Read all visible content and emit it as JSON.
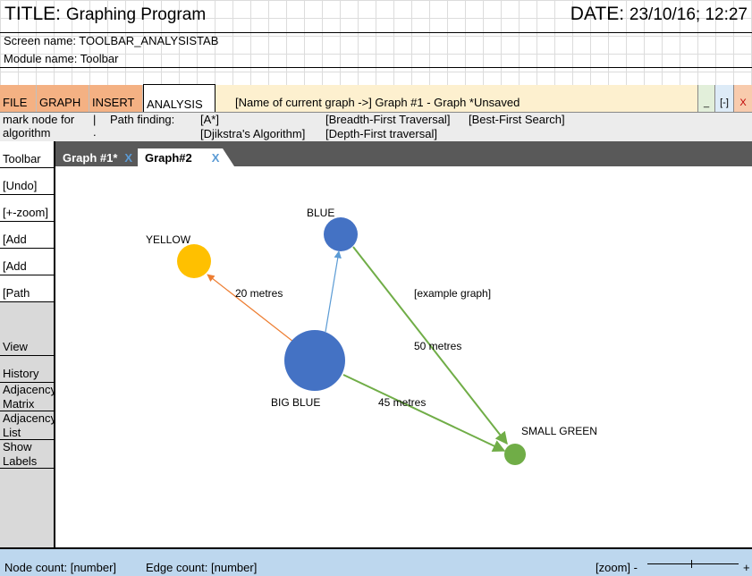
{
  "header": {
    "title_label": "TITLE:",
    "title_value": "Graphing Program",
    "date_label": "DATE:",
    "date_value": "23/10/16; 12:27",
    "screen_name": "Screen name: TOOLBAR_ANALYSISTAB",
    "module_name": "Module name: Toolbar"
  },
  "menu": {
    "file": "FILE",
    "graph": "GRAPH",
    "insert": "INSERT",
    "analysis": "ANALYSIS",
    "graph_name": "[Name of current graph ->] Graph #1 - Graph *Unsaved",
    "minimize": "_",
    "maximize": "[-]",
    "close": "X"
  },
  "analysis_bar": {
    "mark_node_line1": "mark node for",
    "mark_node_line2": "algorithm",
    "separator": "|",
    "dot": ".",
    "path_finding": "Path finding:",
    "astar": "[A*]",
    "dijkstra": "[Djikstra's Algorithm]",
    "bft": "[Breadth-First Traversal]",
    "dft": "[Depth-First traversal]",
    "best_first": "[Best-First Search]"
  },
  "sidebar": {
    "toolbar": "Toolbar",
    "undo": "[Undo]",
    "zoom": "[+-zoom]",
    "add_node": "[Add node]",
    "add_edge": "[Add edge]",
    "path_tool": "[Path tool]",
    "view": "View",
    "history": "History",
    "adjacency_matrix_1": "Adjacency",
    "adjacency_matrix_2": "Matrix",
    "adjacency_list_1": "Adjacency",
    "adjacency_list_2": "List",
    "show_labels_1": "Show",
    "show_labels_2": "Labels"
  },
  "tabs": [
    {
      "label": "Graph #1*",
      "close": "X"
    },
    {
      "label": "Graph#2",
      "close": "X"
    }
  ],
  "graph": {
    "nodes": {
      "yellow": {
        "label": "YELLOW",
        "color": "#ffc000"
      },
      "blue": {
        "label": "BLUE",
        "color": "#4472c4"
      },
      "big_blue": {
        "label": "BIG BLUE",
        "color": "#4472c4"
      },
      "small_green": {
        "label": "SMALL GREEN",
        "color": "#70ad47"
      }
    },
    "edges": {
      "big_blue_yellow": {
        "label": "20 metres",
        "color": "#ed7d31"
      },
      "big_blue_blue": {
        "label": "",
        "color": "#5b9bd5"
      },
      "blue_small_green": {
        "label": "50 metres",
        "color": "#70ad47"
      },
      "big_blue_small_green": {
        "label": "45 metres",
        "color": "#70ad47"
      }
    },
    "note": "[example graph]"
  },
  "status": {
    "node_count": "Node count: [number]",
    "edge_count": "Edge count: [number]",
    "zoom_label": "[zoom] -",
    "zoom_plus": "+"
  }
}
